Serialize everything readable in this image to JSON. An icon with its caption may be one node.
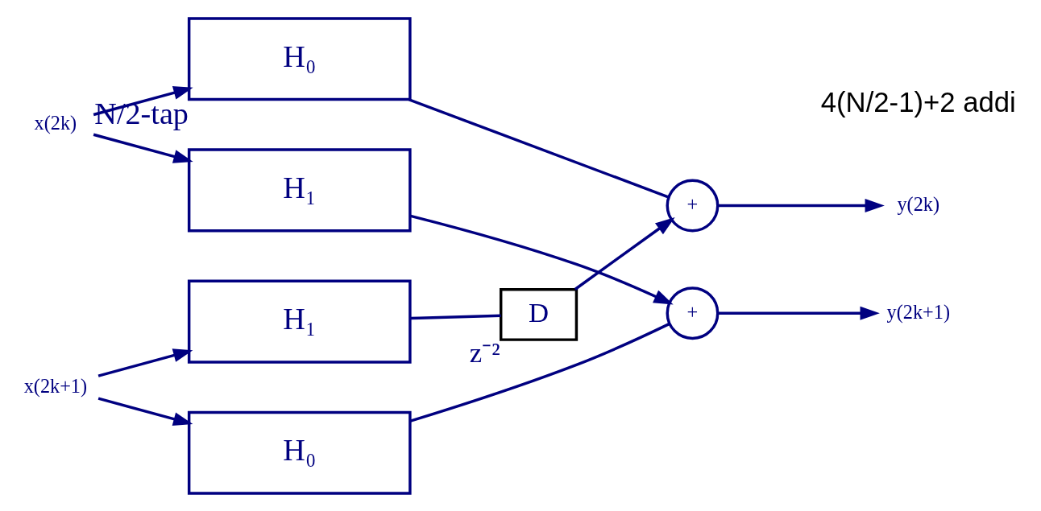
{
  "diagram": {
    "nodes": [
      {
        "text": [
          "x(2k)"
        ]
      },
      {
        "text": [
          "H₀"
        ],
        "beside": [
          "N/2-tap"
        ]
      },
      {
        "text": [
          "H₁"
        ]
      },
      {
        "text": [
          "x(2k+1)"
        ]
      },
      {
        "text": [
          "H₀"
        ]
      },
      {
        "text": [
          "H₁"
        ]
      },
      {
        "text": [
          "D"
        ],
        "beside": [
          "z⁻²"
        ]
      },
      {
        "text": [
          "+"
        ]
      },
      {
        "text": [
          "+"
        ]
      },
      {
        "text": [
          "y(2k)"
        ]
      },
      {
        "text": [
          "y(2k+1)"
        ]
      }
    ],
    "edges": [
      {
        "from": 0,
        "to": 1,
        "arrow": "to"
      },
      {
        "from": 0,
        "to": 2,
        "arrow": "to"
      },
      {
        "from": 1,
        "to": 7,
        "arrow": "none"
      },
      {
        "from": 7,
        "to": 9,
        "arrow": "to"
      },
      {
        "from": 2,
        "to": 8,
        "arrow": "to"
      },
      {
        "from": 3,
        "to": 4,
        "arrow": "to"
      },
      {
        "from": 3,
        "to": 5,
        "arrow": "to"
      },
      {
        "from": 4,
        "to": 8,
        "arrow": "none"
      },
      {
        "from": 5,
        "to": 6,
        "arrow": "none"
      },
      {
        "from": 6,
        "to": 7,
        "arrow": "to"
      },
      {
        "from": 8,
        "to": 10,
        "arrow": "to"
      }
    ],
    "labels": [
      "4(N/2-1)+2 addi"
    ]
  }
}
